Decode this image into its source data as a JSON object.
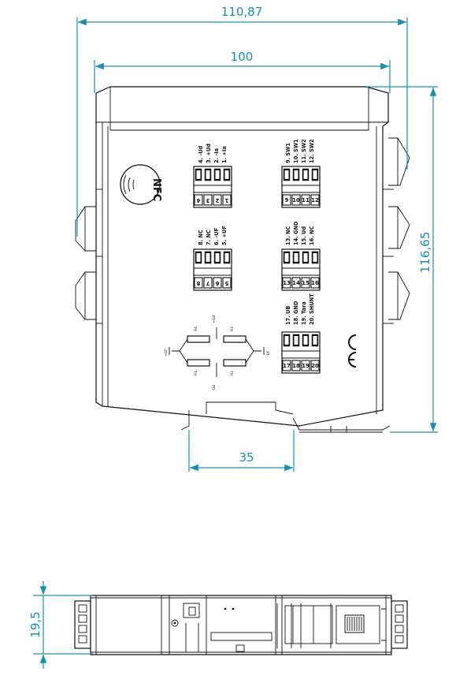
{
  "dimensions": {
    "overall_width": "110,87",
    "body_width": "100",
    "height": "116,65",
    "rail_width": "35",
    "depth": "19,5"
  },
  "nfc": {
    "text": "NFC"
  },
  "terminals": {
    "top_left": {
      "labels": [
        "4. -Ud",
        "3. +Ud",
        "2. -Ia",
        "1. +Ia"
      ],
      "numbers": [
        "4",
        "3",
        "2",
        "1"
      ]
    },
    "top_right": {
      "labels": [
        "9. SW1",
        "10. SW1",
        "11. SW2",
        "12. SW2"
      ],
      "numbers": [
        "9",
        "10",
        "11",
        "12"
      ]
    },
    "middle_left": {
      "labels": [
        "8. NC",
        "7. NC",
        "6. -UF",
        "5. +UF"
      ],
      "numbers": [
        "8",
        "7",
        "6",
        "5"
      ]
    },
    "middle_right": {
      "labels": [
        "13. NC",
        "14. GND",
        "15. Ud",
        "16. NC"
      ],
      "numbers": [
        "13",
        "14",
        "15",
        "16"
      ]
    },
    "bottom_right": {
      "labels": [
        "17. UB",
        "18. GND",
        "19. Tara",
        "20. SHUNT"
      ],
      "numbers": [
        "17",
        "18",
        "19",
        "20"
      ]
    }
  },
  "schematic": {
    "top": "+Ud",
    "bottom": "-Ud",
    "left": "+UF",
    "right": "-UF",
    "r_top_left": "R4",
    "r_top_right": "R3",
    "r_bottom_left": "R1",
    "r_bottom_right": "R2"
  },
  "ce_mark": "CE"
}
